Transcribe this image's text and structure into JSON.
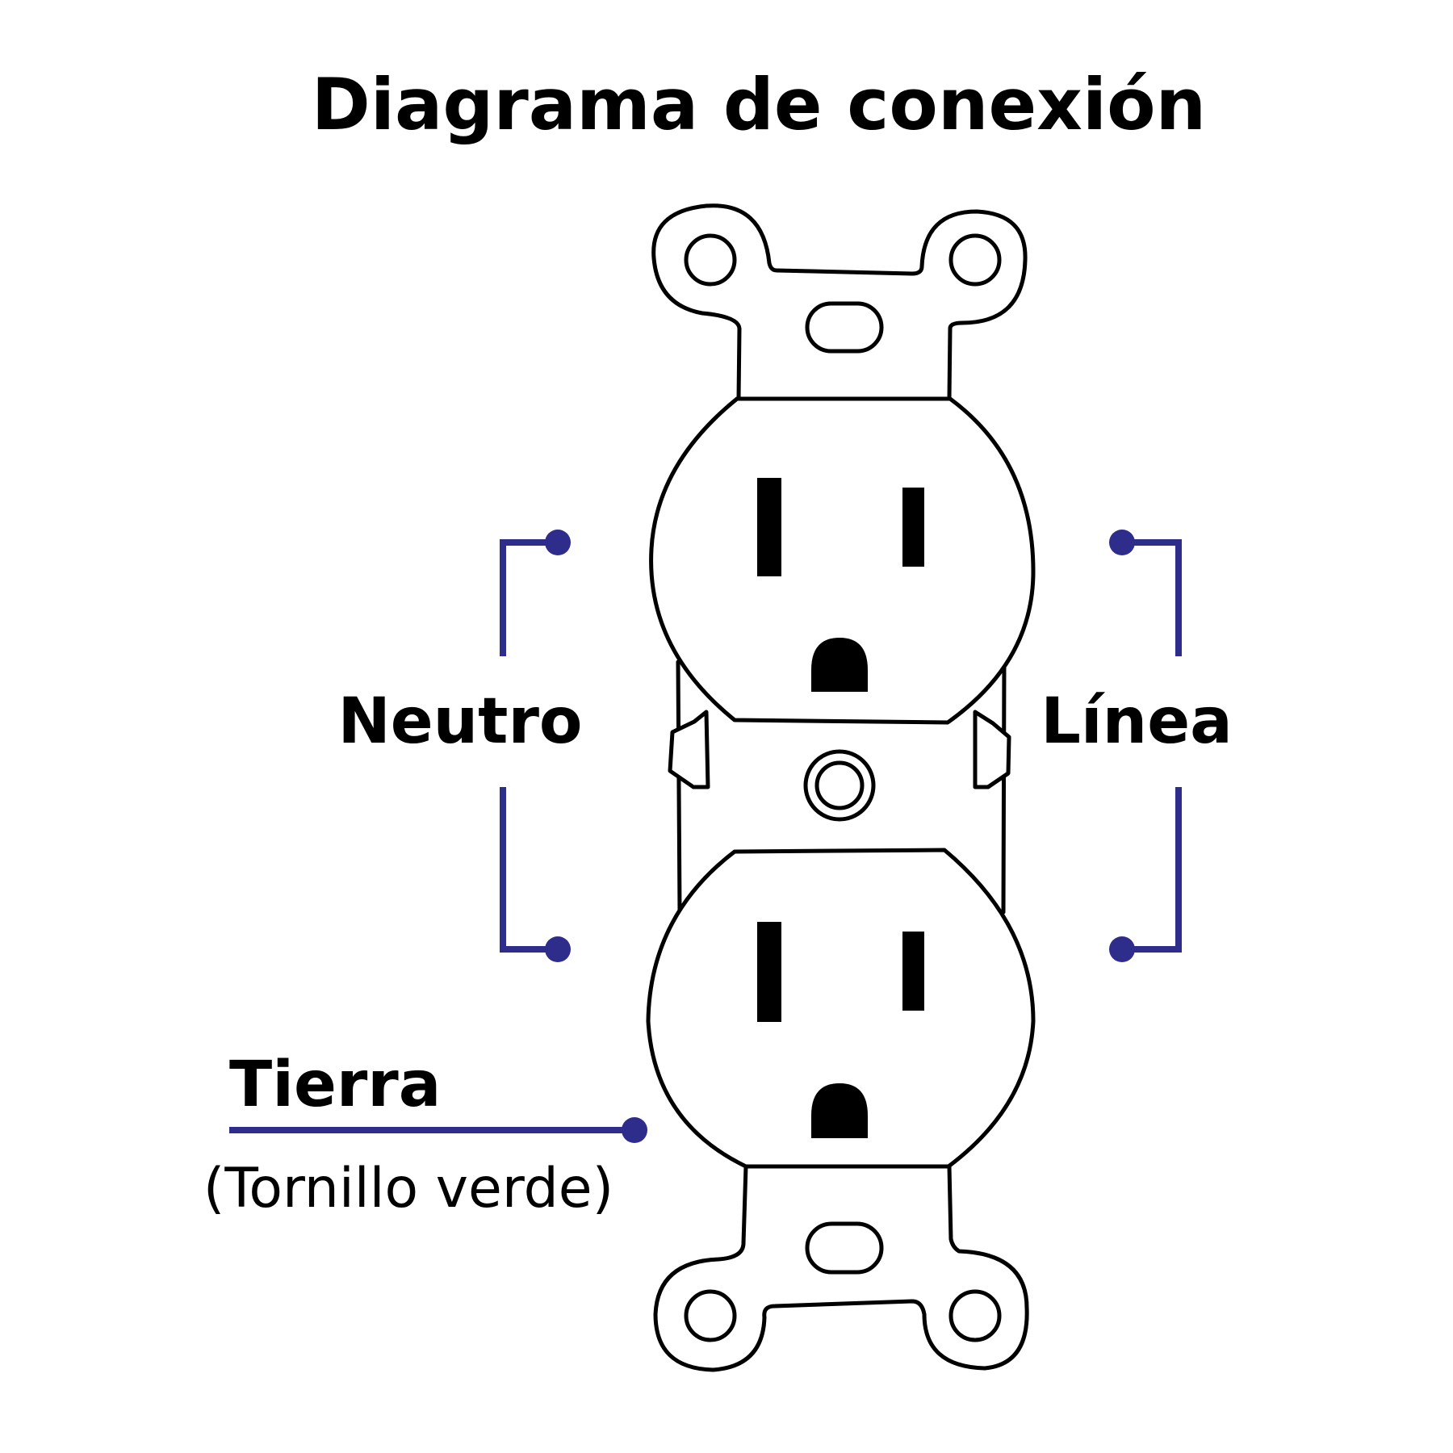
{
  "title": "Diagrama de conexión",
  "labels": {
    "neutral": "Neutro",
    "line": "Línea",
    "ground": "Tierra",
    "ground_note": "(Tornillo verde)"
  },
  "colors": {
    "wire": "#2e2d8c",
    "outline": "#000000",
    "background": "#ffffff"
  }
}
